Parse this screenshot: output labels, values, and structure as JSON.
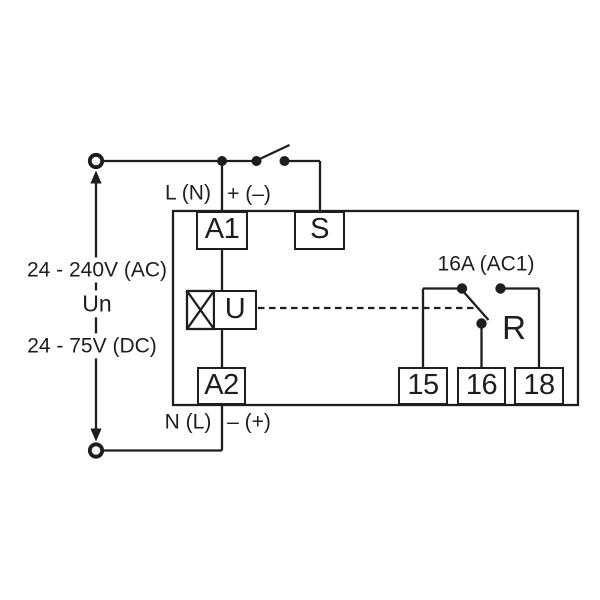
{
  "supply": {
    "ac_range": "24 - 240V (AC)",
    "nominal": "Un",
    "dc_range": "24 - 75V (DC)"
  },
  "wire_labels": {
    "top_left": "L (N)",
    "top_right": "+ (–)",
    "bottom_left": "N (L)",
    "bottom_right": "– (+)"
  },
  "terminals": {
    "a1": "A1",
    "s": "S",
    "u": "U",
    "a2": "A2",
    "t15": "15",
    "t16": "16",
    "t18": "18"
  },
  "relay": {
    "rating": "16A (AC1)",
    "label": "R"
  },
  "colors": {
    "line": "#1e1e1e",
    "background": "#ffffff"
  }
}
